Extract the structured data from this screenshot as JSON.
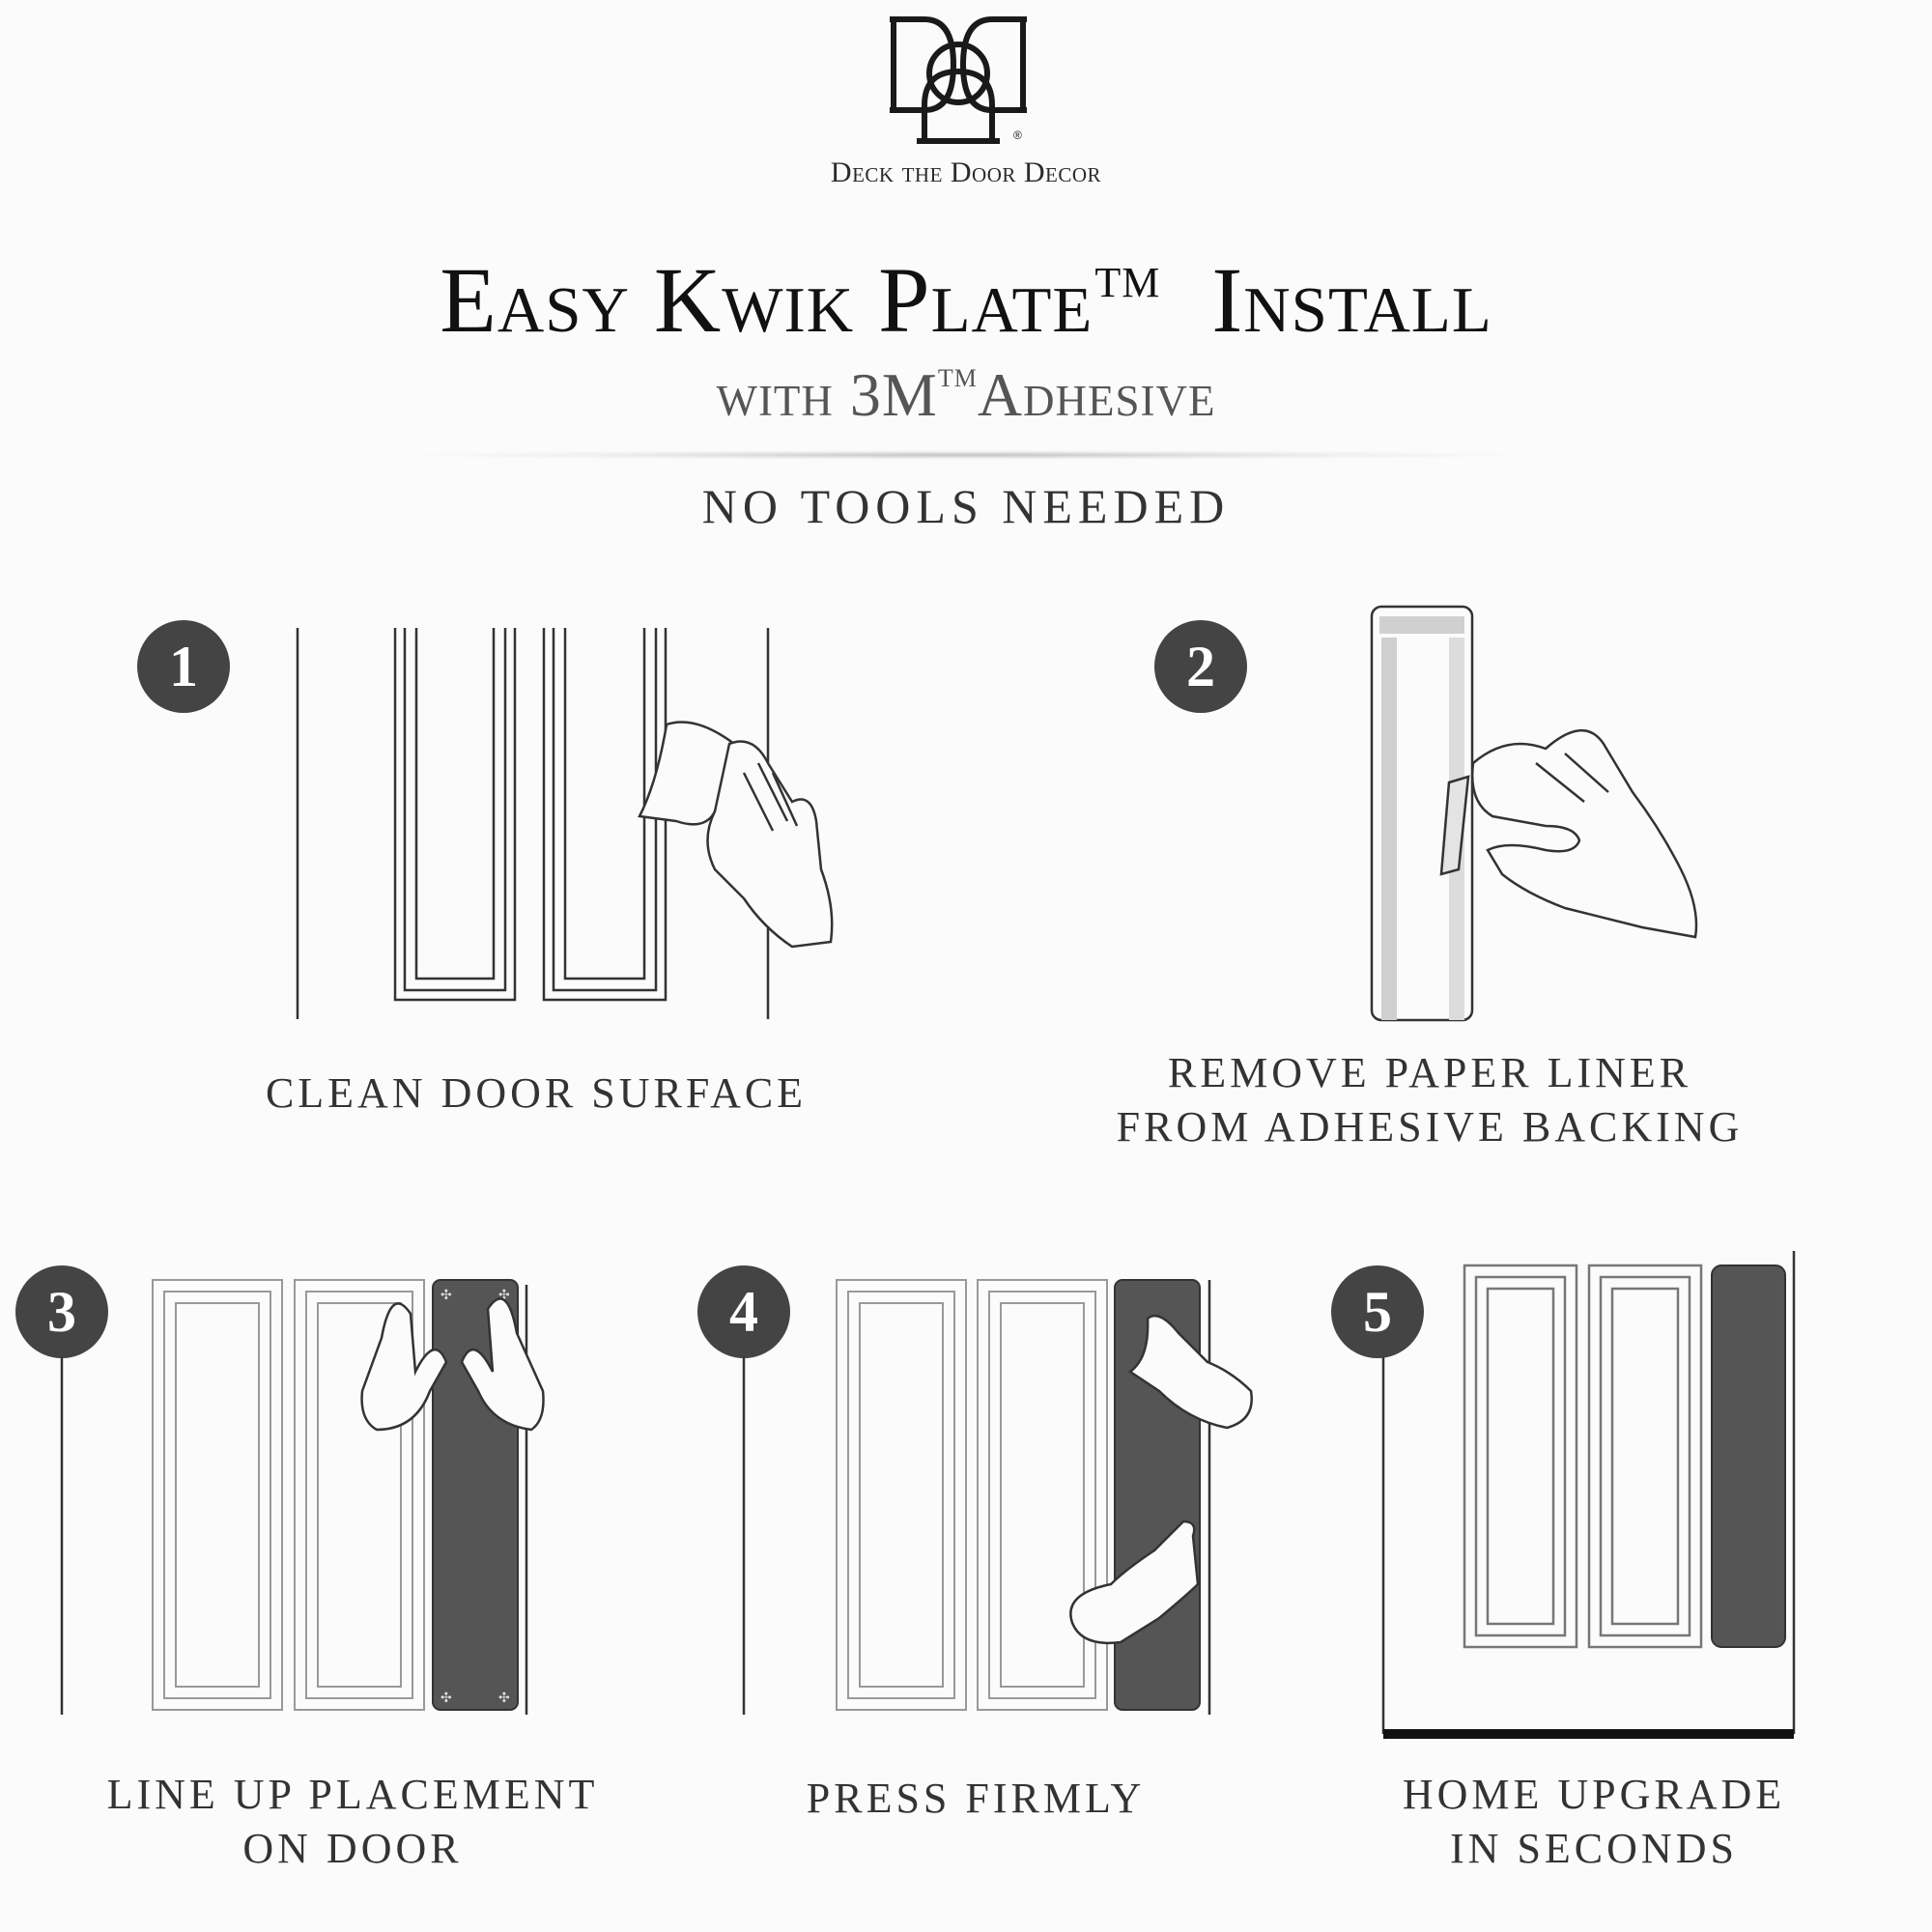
{
  "brand": {
    "name": "Deck the Door Decor",
    "logo_icon": "ddd-monogram-logo-icon"
  },
  "header": {
    "title": "Easy Kwik Plate",
    "title_tm": "TM",
    "title_end": "Install",
    "subtitle_start": "with 3M",
    "subtitle_tm": "TM",
    "subtitle_end": "Adhesive",
    "tagline": "NO TOOLS NEEDED"
  },
  "steps": [
    {
      "number": "1",
      "label_lines": [
        "CLEAN DOOR SURFACE"
      ],
      "icon": "hand-wiping-door-icon"
    },
    {
      "number": "2",
      "label_lines": [
        "REMOVE PAPER LINER",
        "FROM ADHESIVE BACKING"
      ],
      "icon": "hand-peeling-liner-icon"
    },
    {
      "number": "3",
      "label_lines": [
        "LINE UP PLACEMENT",
        "ON DOOR"
      ],
      "icon": "hands-aligning-plate-icon"
    },
    {
      "number": "4",
      "label_lines": [
        "PRESS FIRMLY"
      ],
      "icon": "hands-pressing-plate-icon"
    },
    {
      "number": "5",
      "label_lines": [
        "HOME UPGRADE",
        "IN SECONDS"
      ],
      "icon": "finished-door-icon"
    }
  ],
  "colors": {
    "plate": "#555555",
    "badge": "#444444",
    "line": "#333333"
  }
}
